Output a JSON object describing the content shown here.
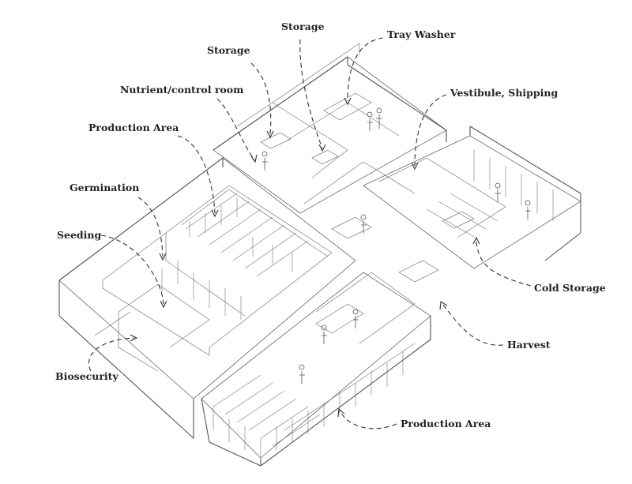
{
  "labels": {
    "storage_top": "Storage",
    "tray_washer": "Tray Washer",
    "storage_left": "Storage",
    "nutrient_control": "Nutrient/control room",
    "vestibule_shipping": "Vestibule, Shipping",
    "production_area_top": "Production Area",
    "germination": "Germination",
    "seeding": "Seeding",
    "cold_storage": "Cold Storage",
    "harvest": "Harvest",
    "biosecurity": "Biosecurity",
    "production_area_bottom": "Production Area"
  }
}
